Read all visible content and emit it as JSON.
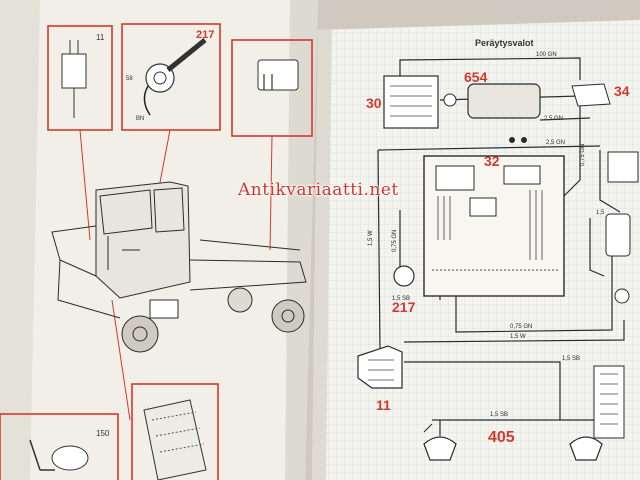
{
  "manual": {
    "right_page_title": "Peräytysvalot",
    "watermark": "Antikvariaatti.net"
  },
  "left_page": {
    "component_numbers": [
      "11",
      "217",
      "150"
    ],
    "small_labels": [
      "58",
      "BN"
    ]
  },
  "right_page": {
    "component_numbers": [
      "30",
      "654",
      "34",
      "32",
      "217",
      "11",
      "405"
    ],
    "wire_labels": [
      "100 GN",
      "2,5 GN",
      "2,5 GN",
      "1,5 W",
      "0,75 GN",
      "0,75 GN",
      "1,5 W",
      "1,5 SB",
      "1,5 SB",
      "1,5 SB",
      "1,5",
      "0,75 GN"
    ]
  },
  "colors": {
    "paper": "#f4f3ee",
    "grid_blue": "#8fb6d8",
    "label_red": "#d23a2f",
    "ink": "#2b2b2b",
    "background": "#cfc9bf"
  }
}
